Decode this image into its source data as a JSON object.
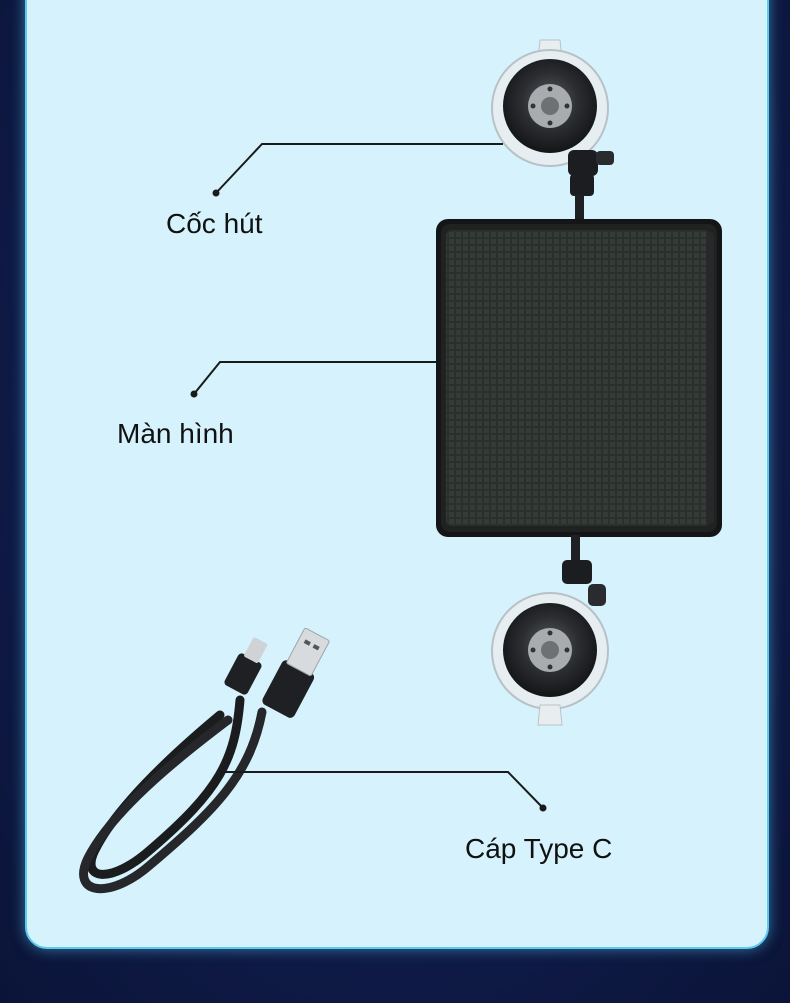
{
  "labels": {
    "suction_cup": "Cốc hút",
    "screen": "Màn hình",
    "cable": "Cáp Type C"
  },
  "colors": {
    "background": "#0f1b48",
    "card": "#d6f3fd",
    "card_border": "#5cc9f0",
    "leader_line": "#1a1a1a"
  }
}
